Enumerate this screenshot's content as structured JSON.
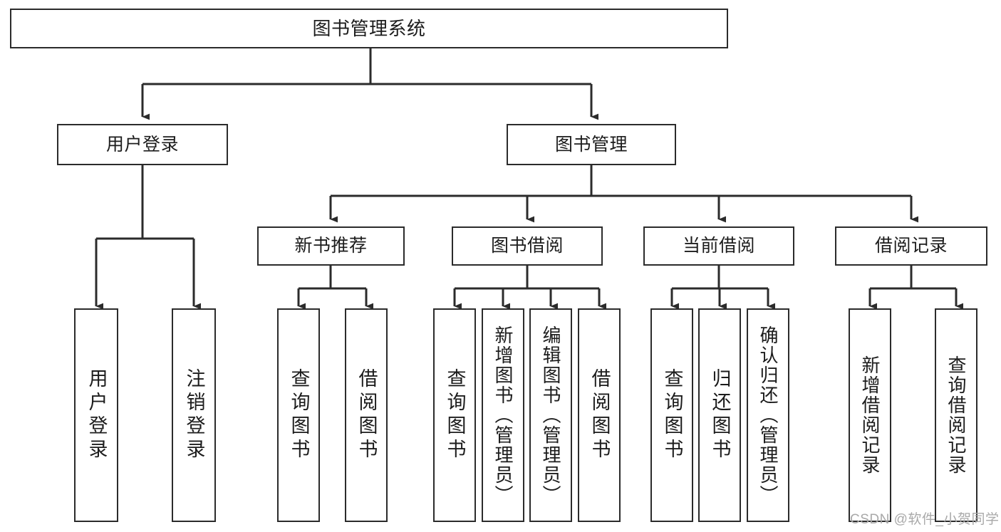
{
  "diagram": {
    "type": "tree-hierarchy-chart",
    "title": "图书管理系统",
    "watermark": "CSDN @软件_小贺同学",
    "colors": {
      "box_border": "#2b2b2b",
      "box_fill": "#ffffff",
      "connector": "#2b2b2b",
      "text": "#1c1c1c",
      "watermark": "#a9a9a9",
      "background": "#ffffff"
    },
    "levels": {
      "root": "图书管理系统",
      "level2": [
        "用户登录",
        "图书管理"
      ],
      "level3": [
        "新书推荐",
        "图书借阅",
        "当前借阅",
        "借阅记录"
      ]
    },
    "nodes": {
      "root": {
        "label": "图书管理系统"
      },
      "user_login": {
        "label": "用户登录"
      },
      "book_manage": {
        "label": "图书管理"
      },
      "new_book_rec": {
        "label": "新书推荐"
      },
      "book_borrow": {
        "label": "图书借阅"
      },
      "current_borrow": {
        "label": "当前借阅"
      },
      "borrow_record": {
        "label": "借阅记录"
      },
      "leaf_user_login": {
        "label": "用户登录"
      },
      "leaf_logout": {
        "label": "注销登录"
      },
      "leaf_query_book_1": {
        "label": "查询图书"
      },
      "leaf_borrow_book_1": {
        "label": "借阅图书"
      },
      "leaf_query_book_2": {
        "label": "查询图书"
      },
      "leaf_add_book_admin": {
        "label": "新增图书（管理员）"
      },
      "leaf_edit_book_admin": {
        "label": "编辑图书（管理员）"
      },
      "leaf_borrow_book_2": {
        "label": "借阅图书"
      },
      "leaf_query_book_3": {
        "label": "查询图书"
      },
      "leaf_return_book": {
        "label": "归还图书"
      },
      "leaf_confirm_return_admin": {
        "label": "确认归还（管理员）"
      },
      "leaf_add_borrow_record": {
        "label": "新增借阅记录"
      },
      "leaf_query_borrow_record": {
        "label": "查询借阅记录"
      }
    },
    "edges": [
      {
        "from": "root",
        "to": "user_login"
      },
      {
        "from": "root",
        "to": "book_manage"
      },
      {
        "from": "user_login",
        "to": "leaf_user_login"
      },
      {
        "from": "user_login",
        "to": "leaf_logout"
      },
      {
        "from": "book_manage",
        "to": "new_book_rec"
      },
      {
        "from": "book_manage",
        "to": "book_borrow"
      },
      {
        "from": "book_manage",
        "to": "current_borrow"
      },
      {
        "from": "book_manage",
        "to": "borrow_record"
      },
      {
        "from": "new_book_rec",
        "to": "leaf_query_book_1"
      },
      {
        "from": "new_book_rec",
        "to": "leaf_borrow_book_1"
      },
      {
        "from": "book_borrow",
        "to": "leaf_query_book_2"
      },
      {
        "from": "book_borrow",
        "to": "leaf_add_book_admin"
      },
      {
        "from": "book_borrow",
        "to": "leaf_edit_book_admin"
      },
      {
        "from": "book_borrow",
        "to": "leaf_borrow_book_2"
      },
      {
        "from": "current_borrow",
        "to": "leaf_query_book_3"
      },
      {
        "from": "current_borrow",
        "to": "leaf_return_book"
      },
      {
        "from": "current_borrow",
        "to": "leaf_confirm_return_admin"
      },
      {
        "from": "borrow_record",
        "to": "leaf_add_borrow_record"
      },
      {
        "from": "borrow_record",
        "to": "leaf_query_borrow_record"
      }
    ]
  }
}
